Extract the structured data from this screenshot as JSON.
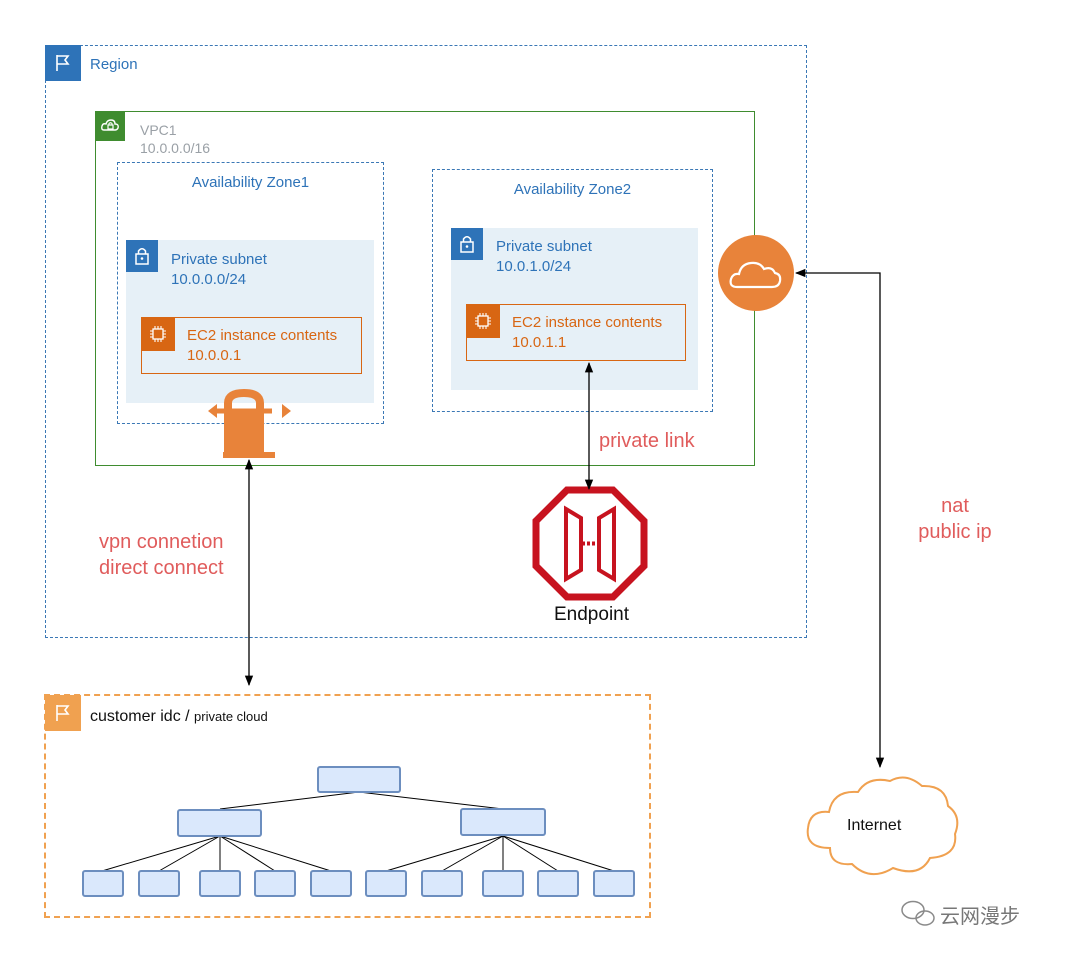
{
  "region": {
    "label": "Region"
  },
  "vpc": {
    "name": "VPC1",
    "cidr": "10.0.0.0/16"
  },
  "zones": [
    {
      "label": "Availability Zone1",
      "subnet_label": "Private subnet",
      "subnet_cidr": "10.0.0.0/24",
      "instance_label": "EC2 instance contents",
      "instance_ip": "10.0.0.1"
    },
    {
      "label": "Availability Zone2",
      "subnet_label": "Private subnet",
      "subnet_cidr": "10.0.1.0/24",
      "instance_label": "EC2 instance contents",
      "instance_ip": "10.0.1.1"
    }
  ],
  "links": {
    "private_link": "private link",
    "vpn_line1": "vpn connetion",
    "vpn_line2": "direct connect",
    "nat_line1": "nat",
    "nat_line2": "public ip"
  },
  "endpoint": {
    "label": "Endpoint"
  },
  "internet": {
    "label": "Internet"
  },
  "idc": {
    "label_main": "customer idc / ",
    "label_small": "private cloud"
  },
  "watermark": {
    "text": "云网漫步"
  },
  "colors": {
    "region_blue": "#2e73b8",
    "vpc_green": "#3f8c2f",
    "ec2_orange": "#d86613",
    "gateway_orange": "#e8833a",
    "endpoint_red": "#c7131f",
    "annotation_red": "#e05c5c",
    "idc_orange": "#f0a150",
    "tree_node_fill": "#dae8fc",
    "tree_node_stroke": "#6c8ebf"
  },
  "icons": [
    "flag-icon",
    "cloud-lock-icon",
    "lock-icon",
    "chip-icon",
    "vpn-gateway-icon",
    "internet-gateway-icon",
    "endpoint-icon",
    "internet-cloud-icon",
    "wechat-icon"
  ]
}
